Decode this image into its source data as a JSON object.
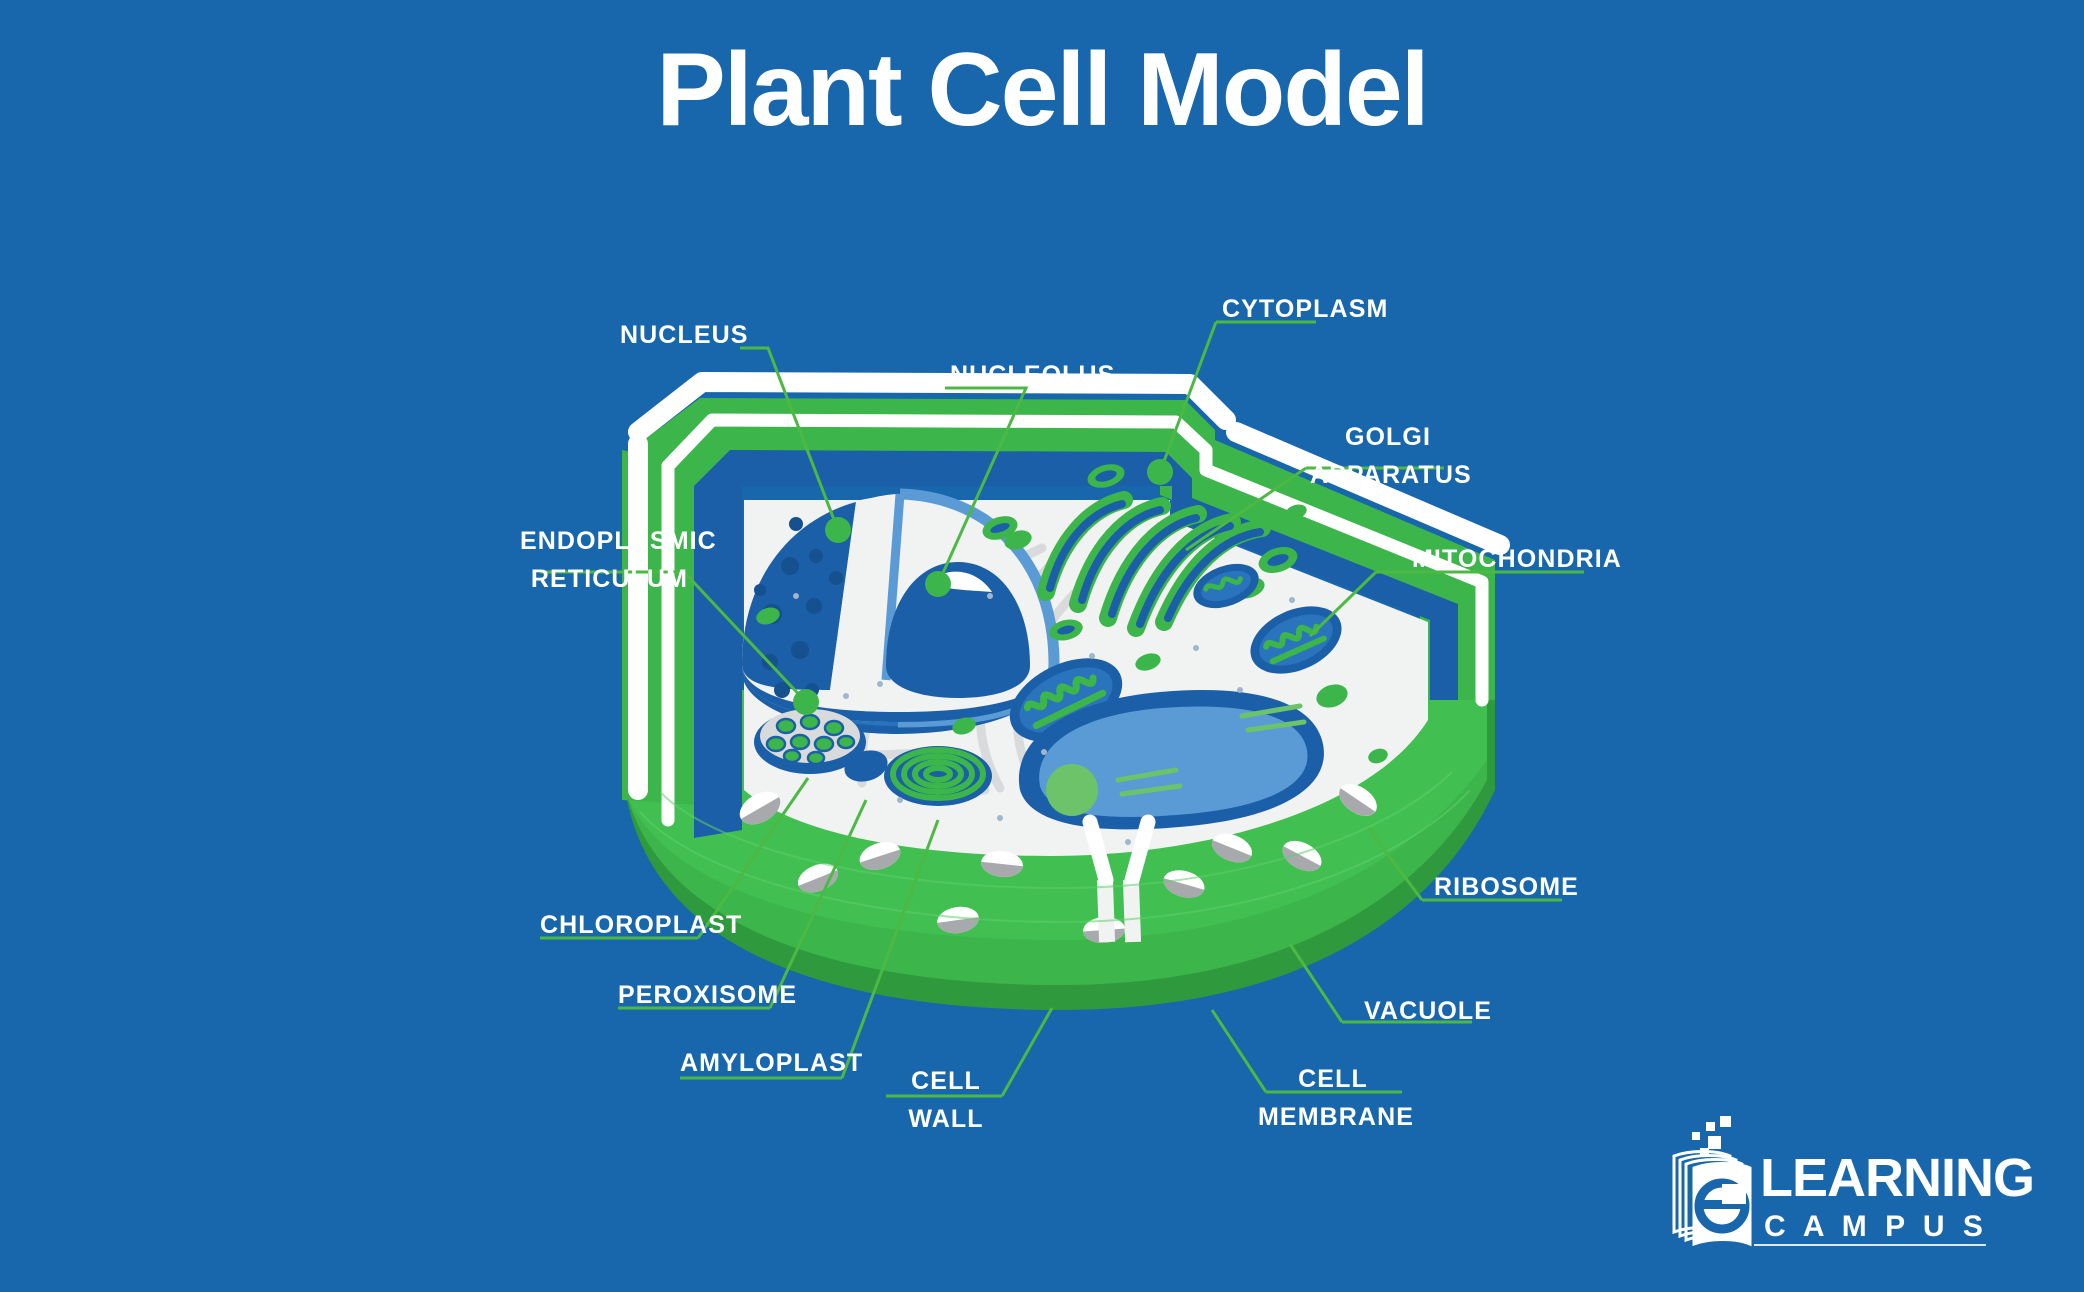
{
  "title": "Plant Cell Model",
  "colors": {
    "background": "#1866ac",
    "green": "#3cb54a",
    "green_light": "#4cc85c",
    "green_dark": "#2f9a3d",
    "blue_dark": "#1b5fa8",
    "blue_mid": "#2a74bd",
    "blue_light": "#5b9bd5",
    "white": "#ffffff",
    "offwhite": "#f1f2f2",
    "gray": "#d9dadb",
    "leader": "#4cb944"
  },
  "labels": {
    "nucleus": {
      "lines": [
        "NUCLEUS"
      ]
    },
    "nucleolus": {
      "lines": [
        "NUCLEOLUS"
      ]
    },
    "cytoplasm": {
      "lines": [
        "CYTOPLASM"
      ]
    },
    "golgi": {
      "lines": [
        "GOLGI",
        "APPARATUS"
      ]
    },
    "mitochondria": {
      "lines": [
        "MITOCHONDRIA"
      ]
    },
    "endoplasmic": {
      "lines": [
        "ENDOPLASMIC",
        "RETICULUM"
      ]
    },
    "ribosome": {
      "lines": [
        "RIBOSOME"
      ]
    },
    "vacuole": {
      "lines": [
        "VACUOLE"
      ]
    },
    "cell_membrane": {
      "lines": [
        "CELL",
        "MEMBRANE"
      ]
    },
    "cell_wall": {
      "lines": [
        "CELL",
        "WALL"
      ]
    },
    "amyloplast": {
      "lines": [
        "AMYLOPLAST"
      ]
    },
    "peroxisome": {
      "lines": [
        "PEROXISOME"
      ]
    },
    "chloroplast": {
      "lines": [
        "CHLOROPLAST"
      ]
    }
  },
  "logo": {
    "word_e": "e",
    "word_learning": "LEARNING",
    "word_campus": "C A M P U S"
  }
}
